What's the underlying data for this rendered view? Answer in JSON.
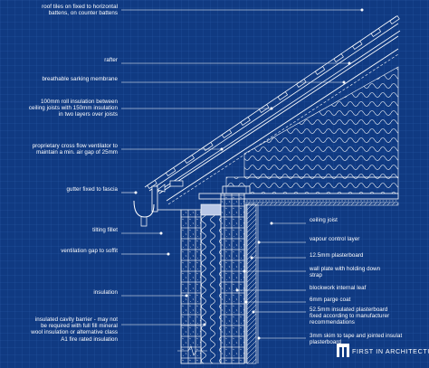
{
  "colors": {
    "background": "#103a82",
    "line": "#ffffff",
    "grid": "#2a5aa6",
    "accent": "#b9c7e6"
  },
  "labels_left": [
    {
      "id": "roof-tiles",
      "text": "roof tiles on fixed to horizontal\nbattens, on counter battens"
    },
    {
      "id": "rafter",
      "text": "rafter"
    },
    {
      "id": "sarking",
      "text": "breathable sarking membrane"
    },
    {
      "id": "roll-insulation",
      "text": "100mm roll insulation between\nceiling joists with 150mm insulation\nin two layers over joists"
    },
    {
      "id": "ventilator",
      "text": "proprietary cross flow ventilator to\nmaintain a min. air gap of 25mm"
    },
    {
      "id": "gutter",
      "text": "gutter fixed to fascia"
    },
    {
      "id": "tilting-fillet",
      "text": "tilting fillet"
    },
    {
      "id": "ventilation-gap",
      "text": "ventilation gap to soffit"
    },
    {
      "id": "insulation",
      "text": "insulation"
    },
    {
      "id": "cavity-barrier",
      "text": "insulated cavity barrier - may not\nbe required with  full fill mineral\nwool insulation or alternative class\nA1 fire rated insulation"
    }
  ],
  "labels_right": [
    {
      "id": "ceiling-joist",
      "text": "ceiling joist"
    },
    {
      "id": "vapour-control",
      "text": "vapour control layer"
    },
    {
      "id": "plasterboard-125",
      "text": "12.5mm plasterboard"
    },
    {
      "id": "wall-plate",
      "text": "wall plate with holding down\nstrap"
    },
    {
      "id": "blockwork",
      "text": "blockwork internal leaf"
    },
    {
      "id": "parge-coat",
      "text": "6mm parge coat"
    },
    {
      "id": "plasterboard-525",
      "text": "52.5mm insulated plasterboard\nfixed according to manufacturer\nrecommendations"
    },
    {
      "id": "skim",
      "text": "3mm skim to tape and jointed insulat\nplasterboard"
    }
  ],
  "brand": {
    "name": "FIRST IN ARCHITECTURE",
    "logo_icon": "building-logo-icon"
  }
}
